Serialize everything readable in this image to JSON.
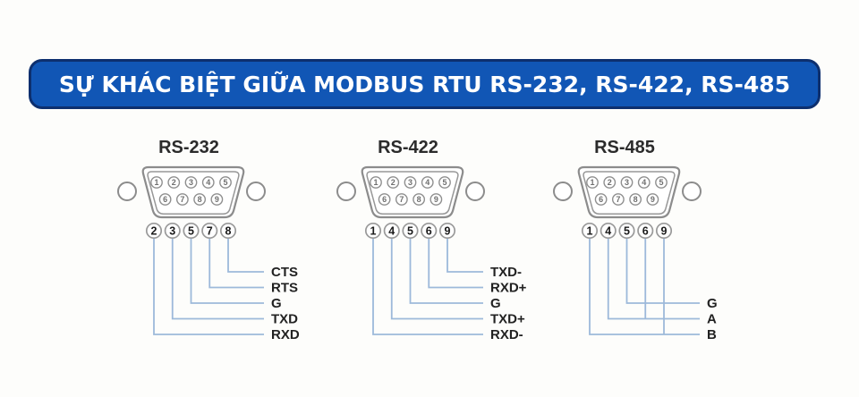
{
  "banner": {
    "title": "SỰ KHÁC BIỆT GIỮA MODBUS RTU RS-232, RS-422, RS-485"
  },
  "colors": {
    "background": "#fdfdfb",
    "banner_bg": "#1156b5",
    "banner_border": "#0d2f6e",
    "banner_text": "#ffffff",
    "wire": "#9db9da",
    "connector_outline": "#8c8c8c",
    "connector_pin_text": "#6f6f6f",
    "breakout_pin_text": "#1b1b1b",
    "signal_text": "#222222",
    "column_title_text": "#2b2b2b"
  },
  "connectors": [
    {
      "title": "RS-232",
      "pins_top": [
        "1",
        "2",
        "3",
        "4",
        "5"
      ],
      "pins_bottom": [
        "6",
        "7",
        "8",
        "9"
      ],
      "breakout_pins": [
        "2",
        "3",
        "5",
        "7",
        "8"
      ],
      "signals": [
        {
          "text": "CTS",
          "row": 0
        },
        {
          "text": "RTS",
          "row": 1
        },
        {
          "text": "G",
          "row": 2
        },
        {
          "text": "TXD",
          "row": 3
        },
        {
          "text": "RXD",
          "row": 4
        }
      ],
      "connections": [
        {
          "pin": "8",
          "signal": "CTS",
          "row": 0,
          "type": "elbow"
        },
        {
          "pin": "7",
          "signal": "RTS",
          "row": 1,
          "type": "elbow"
        },
        {
          "pin": "5",
          "signal": "G",
          "row": 2,
          "type": "elbow"
        },
        {
          "pin": "3",
          "signal": "TXD",
          "row": 3,
          "type": "elbow"
        },
        {
          "pin": "2",
          "signal": "RXD",
          "row": 4,
          "type": "elbow"
        }
      ]
    },
    {
      "title": "RS-422",
      "pins_top": [
        "1",
        "2",
        "3",
        "4",
        "5"
      ],
      "pins_bottom": [
        "6",
        "7",
        "8",
        "9"
      ],
      "breakout_pins": [
        "1",
        "4",
        "5",
        "6",
        "9"
      ],
      "signals": [
        {
          "text": "TXD-",
          "row": 0
        },
        {
          "text": "RXD+",
          "row": 1
        },
        {
          "text": "G",
          "row": 2
        },
        {
          "text": "TXD+",
          "row": 3
        },
        {
          "text": "RXD-",
          "row": 4
        }
      ],
      "connections": [
        {
          "pin": "9",
          "signal": "TXD-",
          "row": 0,
          "type": "elbow"
        },
        {
          "pin": "6",
          "signal": "RXD+",
          "row": 1,
          "type": "elbow"
        },
        {
          "pin": "5",
          "signal": "G",
          "row": 2,
          "type": "elbow"
        },
        {
          "pin": "4",
          "signal": "TXD+",
          "row": 3,
          "type": "elbow"
        },
        {
          "pin": "1",
          "signal": "RXD-",
          "row": 4,
          "type": "elbow"
        }
      ]
    },
    {
      "title": "RS-485",
      "pins_top": [
        "1",
        "2",
        "3",
        "4",
        "5"
      ],
      "pins_bottom": [
        "6",
        "7",
        "8",
        "9"
      ],
      "breakout_pins": [
        "1",
        "4",
        "5",
        "6",
        "9"
      ],
      "signals": [
        {
          "text": "G",
          "row": 2
        },
        {
          "text": "A",
          "row": 3
        },
        {
          "text": "B",
          "row": 4
        }
      ],
      "connections": [
        {
          "pin": "5",
          "signal": "G",
          "row": 2,
          "type": "elbow"
        },
        {
          "pin": "4",
          "signal": "A",
          "row": 3,
          "type": "elbow"
        },
        {
          "pin": "6",
          "signal": "A",
          "row": 3,
          "type": "stub"
        },
        {
          "pin": "1",
          "signal": "B",
          "row": 4,
          "type": "elbow"
        },
        {
          "pin": "9",
          "signal": "B",
          "row": 4,
          "type": "stub"
        }
      ]
    }
  ]
}
